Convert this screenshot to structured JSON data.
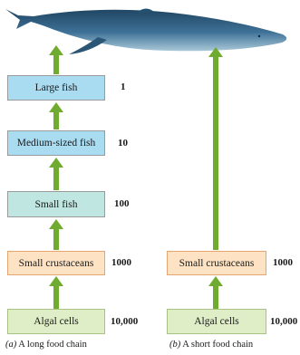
{
  "long_chain": {
    "levels": [
      {
        "label": "Large fish",
        "count": "1"
      },
      {
        "label": "Medium-sized fish",
        "count": "10"
      },
      {
        "label": "Small fish",
        "count": "100"
      },
      {
        "label": "Small crustaceans",
        "count": "1000"
      },
      {
        "label": "Algal cells",
        "count": "10,000"
      }
    ],
    "caption_letter": "(a)",
    "caption_text": "A long food chain"
  },
  "short_chain": {
    "levels": [
      {
        "label": "Small crustaceans",
        "count": "1000"
      },
      {
        "label": "Algal cells",
        "count": "10,000"
      }
    ],
    "caption_letter": "(b)",
    "caption_text": "A short food chain"
  },
  "colors": {
    "arrow": "#6fab2e",
    "box_blue": "#a9dcf1",
    "box_teal": "#bfe6e0",
    "box_orange": "#fde3c4",
    "box_green": "#dfeec6",
    "whale": "#2f5f80"
  },
  "icons": {
    "whale": "whale-illustration"
  }
}
